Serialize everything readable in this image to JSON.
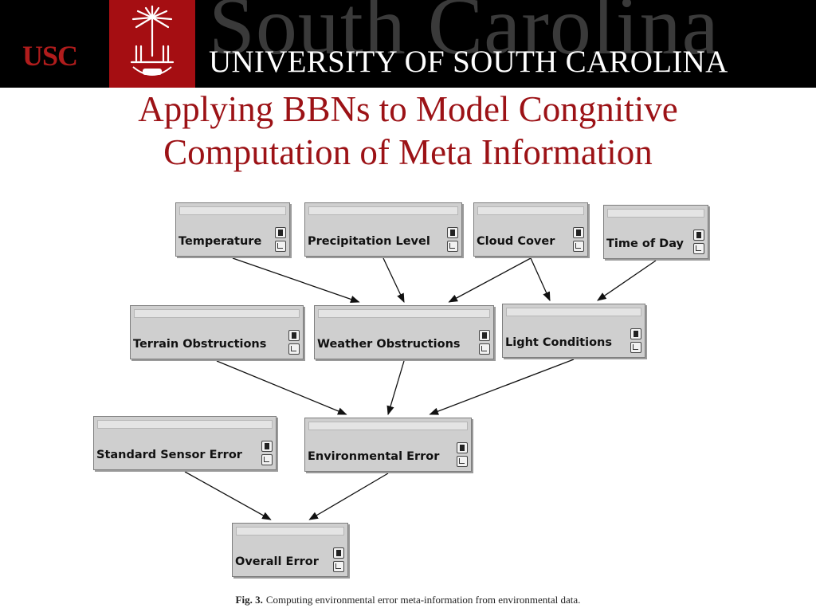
{
  "header": {
    "logo_text": "USC",
    "watermark_text": "South Carolina",
    "university_name": "UNIVERSITY OF SOUTH CAROLINA",
    "colors": {
      "garnet": "#a50e12",
      "banner_bg": "#000000"
    }
  },
  "slide": {
    "title_line1": "Applying BBNs to Model Congnitive",
    "title_line2": "Computation of Meta Information",
    "title_color": "#9c1216"
  },
  "diagram": {
    "nodes": [
      {
        "id": "temperature",
        "label": "Temperature"
      },
      {
        "id": "precipitation",
        "label": "Precipitation Level"
      },
      {
        "id": "cloud",
        "label": "Cloud Cover"
      },
      {
        "id": "timeofday",
        "label": "Time of Day"
      },
      {
        "id": "terrain",
        "label": "Terrain Obstructions"
      },
      {
        "id": "weather",
        "label": "Weather Obstructions"
      },
      {
        "id": "light",
        "label": "Light Conditions"
      },
      {
        "id": "sensor",
        "label": "Standard Sensor Error"
      },
      {
        "id": "environmental",
        "label": "Environmental Error"
      },
      {
        "id": "overall",
        "label": "Overall Error"
      }
    ],
    "edges": [
      {
        "from": "temperature",
        "to": "weather"
      },
      {
        "from": "precipitation",
        "to": "weather"
      },
      {
        "from": "cloud",
        "to": "weather"
      },
      {
        "from": "cloud",
        "to": "light"
      },
      {
        "from": "timeofday",
        "to": "light"
      },
      {
        "from": "terrain",
        "to": "environmental"
      },
      {
        "from": "weather",
        "to": "environmental"
      },
      {
        "from": "light",
        "to": "environmental"
      },
      {
        "from": "sensor",
        "to": "overall"
      },
      {
        "from": "environmental",
        "to": "overall"
      }
    ],
    "caption_label": "Fig. 3.",
    "caption_text": "Computing environmental error meta-information from environmental data."
  }
}
